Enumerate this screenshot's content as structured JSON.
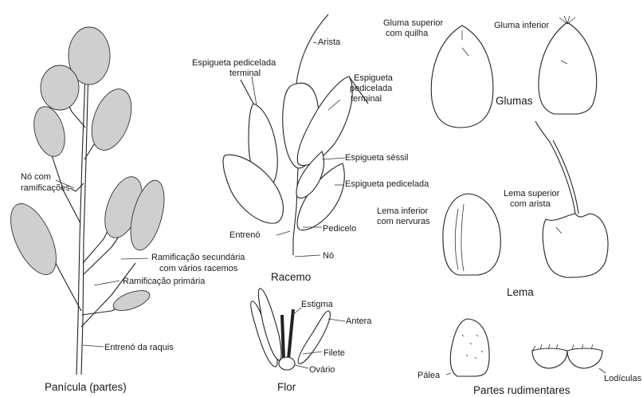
{
  "panicle": {
    "node_label": [
      "Nó com",
      "ramificações"
    ],
    "secondary_branch_label": [
      "Ramificação secundária",
      "com vários racemos"
    ],
    "primary_branch_label": "Ramificação primária",
    "internode_label": "Entrenó da raquis",
    "caption": "Panícula (partes)"
  },
  "raceme": {
    "arista_label": "Arista",
    "terminal_left_label": [
      "Espigueta pedicelada",
      "terminal"
    ],
    "terminal_right_label": [
      "Espigueta",
      "pedicelada",
      "terminal"
    ],
    "sessile_label": "Espigueta séssil",
    "pedicellate_label": "Espigueta pedicelada",
    "internode_label": "Entrenó",
    "pedicel_label": "Pedicelo",
    "node_label": "Nó",
    "caption": "Racemo"
  },
  "flower": {
    "stigma_label": "Estigma",
    "anther_label": "Antera",
    "filament_label": "Filete",
    "ovary_label": "Ovário",
    "caption": "Flor"
  },
  "glumes": {
    "upper_label": [
      "Gluma superior",
      "com quilha"
    ],
    "lower_label": "Gluma inferior",
    "caption": "Glumas"
  },
  "lemma": {
    "lower_label": [
      "Lema inferior",
      "com nervuras"
    ],
    "upper_label": [
      "Lema superior",
      "com arista"
    ],
    "caption": "Lema"
  },
  "rudimentary": {
    "palea_label": "Pálea",
    "lodicules_label": "Lodículas",
    "caption": "Partes rudimentares"
  }
}
